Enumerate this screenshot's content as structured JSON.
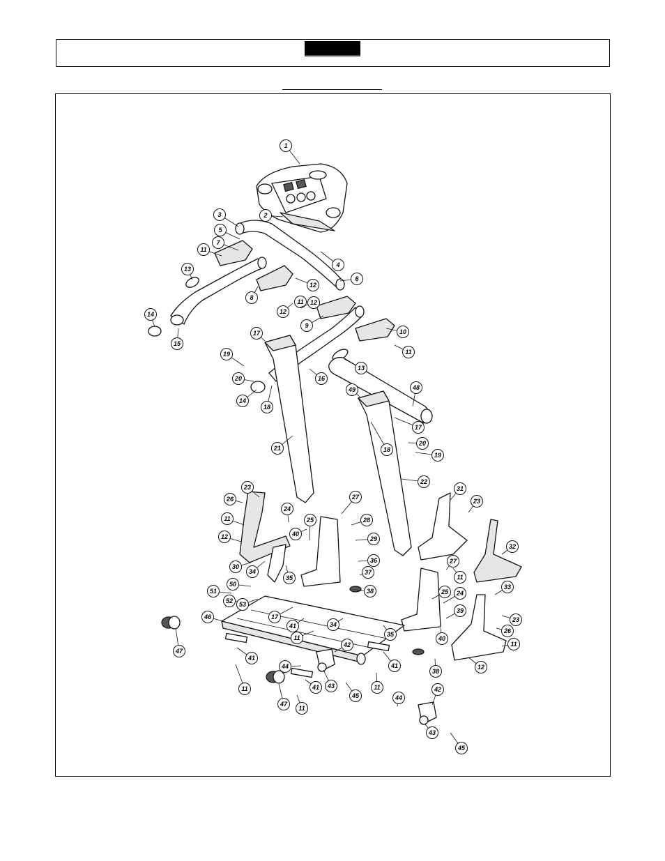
{
  "header": {
    "tab_label": ""
  },
  "diagram": {
    "callouts": [
      {
        "n": "1"
      },
      {
        "n": "2"
      },
      {
        "n": "3"
      },
      {
        "n": "5"
      },
      {
        "n": "7"
      },
      {
        "n": "11"
      },
      {
        "n": "4"
      },
      {
        "n": "6"
      },
      {
        "n": "13"
      },
      {
        "n": "8"
      },
      {
        "n": "12"
      },
      {
        "n": "12"
      },
      {
        "n": "11"
      },
      {
        "n": "12"
      },
      {
        "n": "9"
      },
      {
        "n": "10"
      },
      {
        "n": "14"
      },
      {
        "n": "15"
      },
      {
        "n": "17"
      },
      {
        "n": "11"
      },
      {
        "n": "19"
      },
      {
        "n": "13"
      },
      {
        "n": "20"
      },
      {
        "n": "16"
      },
      {
        "n": "14"
      },
      {
        "n": "18"
      },
      {
        "n": "49"
      },
      {
        "n": "48"
      },
      {
        "n": "17"
      },
      {
        "n": "18"
      },
      {
        "n": "20"
      },
      {
        "n": "19"
      },
      {
        "n": "21"
      },
      {
        "n": "22"
      },
      {
        "n": "23"
      },
      {
        "n": "26"
      },
      {
        "n": "24"
      },
      {
        "n": "27"
      },
      {
        "n": "25"
      },
      {
        "n": "11"
      },
      {
        "n": "40"
      },
      {
        "n": "28"
      },
      {
        "n": "31"
      },
      {
        "n": "23"
      },
      {
        "n": "12"
      },
      {
        "n": "29"
      },
      {
        "n": "32"
      },
      {
        "n": "27"
      },
      {
        "n": "30"
      },
      {
        "n": "36"
      },
      {
        "n": "11"
      },
      {
        "n": "34"
      },
      {
        "n": "35"
      },
      {
        "n": "37"
      },
      {
        "n": "50"
      },
      {
        "n": "33"
      },
      {
        "n": "51"
      },
      {
        "n": "38"
      },
      {
        "n": "52"
      },
      {
        "n": "53"
      },
      {
        "n": "25"
      },
      {
        "n": "24"
      },
      {
        "n": "17"
      },
      {
        "n": "46"
      },
      {
        "n": "41"
      },
      {
        "n": "34"
      },
      {
        "n": "39"
      },
      {
        "n": "23"
      },
      {
        "n": "11"
      },
      {
        "n": "35"
      },
      {
        "n": "26"
      },
      {
        "n": "40"
      },
      {
        "n": "47"
      },
      {
        "n": "42"
      },
      {
        "n": "11"
      },
      {
        "n": "41"
      },
      {
        "n": "44"
      },
      {
        "n": "41"
      },
      {
        "n": "12"
      },
      {
        "n": "38"
      },
      {
        "n": "11"
      },
      {
        "n": "43"
      },
      {
        "n": "41"
      },
      {
        "n": "11"
      },
      {
        "n": "45"
      },
      {
        "n": "47"
      },
      {
        "n": "11"
      },
      {
        "n": "42"
      },
      {
        "n": "44"
      },
      {
        "n": "43"
      },
      {
        "n": "45"
      }
    ]
  }
}
